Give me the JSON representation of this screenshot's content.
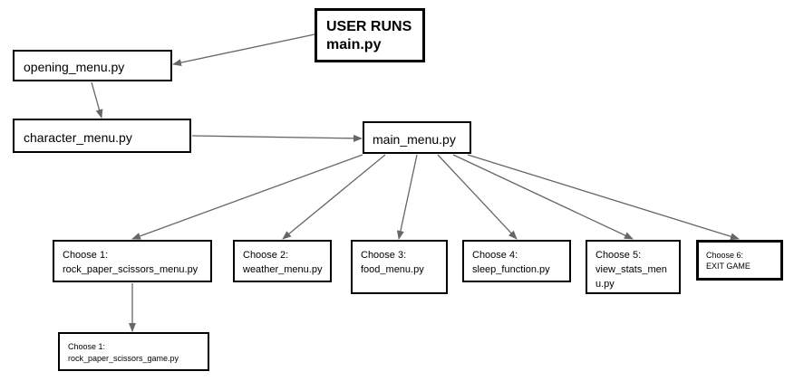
{
  "nodes": {
    "start": "USER RUNS\nmain.py",
    "opening_menu": "opening_menu.py",
    "character_menu": "character_menu.py",
    "main_menu": "main_menu.py",
    "choose1": "Choose 1:\nrock_paper_scissors_menu.py",
    "choose2": "Choose 2:\nweather_menu.py",
    "choose3": "Choose 3:\nfood_menu.py",
    "choose4": "Choose 4:\nsleep_function.py",
    "choose5": "Choose 5:\nview_stats_men\nu.py",
    "choose6": "Choose 6:\nEXIT GAME",
    "game": "Choose 1:\nrock_paper_scissors_game.py"
  },
  "edges": [
    {
      "from": "start",
      "to": "opening_menu"
    },
    {
      "from": "opening_menu",
      "to": "character_menu"
    },
    {
      "from": "character_menu",
      "to": "main_menu"
    },
    {
      "from": "main_menu",
      "to": "choose1"
    },
    {
      "from": "main_menu",
      "to": "choose2"
    },
    {
      "from": "main_menu",
      "to": "choose3"
    },
    {
      "from": "main_menu",
      "to": "choose4"
    },
    {
      "from": "main_menu",
      "to": "choose5"
    },
    {
      "from": "main_menu",
      "to": "choose6"
    },
    {
      "from": "choose1",
      "to": "game"
    }
  ],
  "colors": {
    "edge": "#666666",
    "border": "#000000"
  }
}
